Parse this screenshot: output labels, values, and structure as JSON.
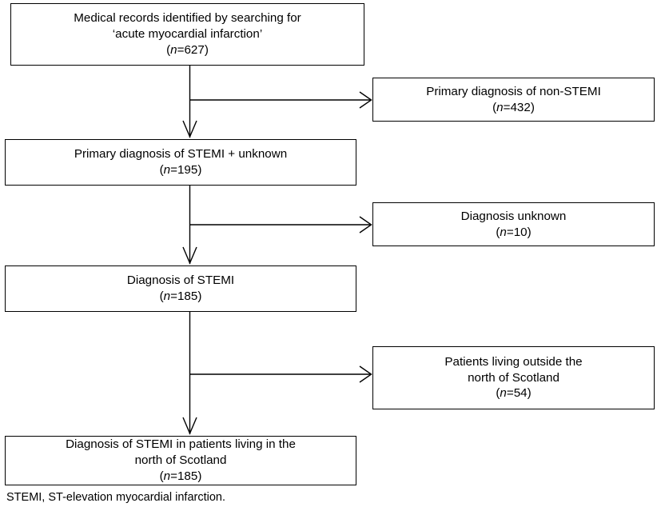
{
  "figure": {
    "title": "Flow diagram of medical record selection for STEMI patients",
    "background_color": "#ffffff",
    "line_color": "#000000",
    "text_color": "#000000"
  },
  "boxes": {
    "identified": {
      "line1": "Medical records identified by searching for",
      "line2": "‘acute myocardial infarction’",
      "count_open": "(",
      "count_n": "n",
      "count_value": "=627)",
      "count_full": "(n=627)"
    },
    "non_stemi": {
      "line1": "Primary diagnosis of non-STEMI",
      "count_open": "(",
      "count_n": "n",
      "count_value": "=432)",
      "count_full": "(n=432)"
    },
    "stemi_unknown": {
      "line1": "Primary diagnosis of STEMI + unknown",
      "count_open": "(",
      "count_n": "n",
      "count_value": "=195)",
      "count_full": "(n=195)"
    },
    "diagnosis_unknown": {
      "line1": "Diagnosis unknown",
      "count_open": "(",
      "count_n": "n",
      "count_value": "=10)",
      "count_full": "(n=10)"
    },
    "stemi": {
      "line1": "Diagnosis of STEMI",
      "count_open": "(",
      "count_n": "n",
      "count_value": "=185)",
      "count_full": "(n=185)"
    },
    "outside_north": {
      "line1": "Patients living outside the",
      "line2": "north of Scotland",
      "count_open": "(",
      "count_n": "n",
      "count_value": "=54)",
      "count_full": "(n=54)"
    },
    "stemi_north": {
      "line1": "Diagnosis of STEMI in patients living in the",
      "line2": "north of Scotland",
      "count_open": "(",
      "count_n": "n",
      "count_value": "=185)",
      "count_full": "(n=185)"
    }
  },
  "footnote": {
    "text": "STEMI, ST-elevation myocardial infarction."
  },
  "flow_data": {
    "type": "flowchart",
    "orientation": "top-to-bottom with right-side exclusion branches",
    "nodes": [
      {
        "id": "identified",
        "label": "Medical records identified by searching for ‘acute myocardial infarction’",
        "n": 627,
        "column": "main"
      },
      {
        "id": "non_stemi",
        "label": "Primary diagnosis of non-STEMI",
        "n": 432,
        "column": "excluded"
      },
      {
        "id": "stemi_unknown",
        "label": "Primary diagnosis of STEMI + unknown",
        "n": 195,
        "column": "main"
      },
      {
        "id": "diagnosis_unknown",
        "label": "Diagnosis unknown",
        "n": 10,
        "column": "excluded"
      },
      {
        "id": "stemi",
        "label": "Diagnosis of STEMI",
        "n": 185,
        "column": "main"
      },
      {
        "id": "outside_north",
        "label": "Patients living outside the north of Scotland",
        "n": 54,
        "column": "excluded"
      },
      {
        "id": "stemi_north",
        "label": "Diagnosis of STEMI in patients living in the north of Scotland",
        "n": 185,
        "column": "main"
      }
    ],
    "edges": [
      {
        "from": "identified",
        "to": "non_stemi",
        "kind": "exclusion"
      },
      {
        "from": "identified",
        "to": "stemi_unknown",
        "kind": "continue"
      },
      {
        "from": "stemi_unknown",
        "to": "diagnosis_unknown",
        "kind": "exclusion"
      },
      {
        "from": "stemi_unknown",
        "to": "stemi",
        "kind": "continue"
      },
      {
        "from": "stemi",
        "to": "outside_north",
        "kind": "exclusion"
      },
      {
        "from": "stemi",
        "to": "stemi_north",
        "kind": "continue"
      }
    ]
  }
}
